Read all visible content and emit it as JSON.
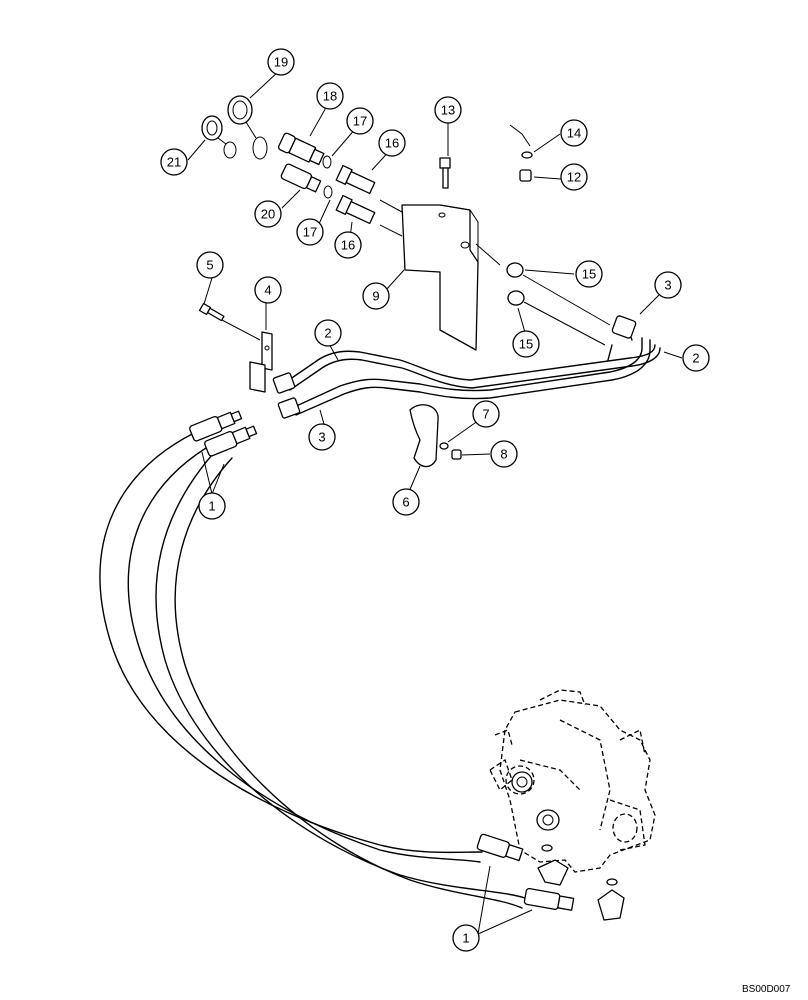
{
  "callouts": [
    {
      "id": "c19",
      "label": "19"
    },
    {
      "id": "c18",
      "label": "18"
    },
    {
      "id": "c17a",
      "label": "17"
    },
    {
      "id": "c16a",
      "label": "16"
    },
    {
      "id": "c13",
      "label": "13"
    },
    {
      "id": "c14",
      "label": "14"
    },
    {
      "id": "c12",
      "label": "12"
    },
    {
      "id": "c21",
      "label": "21"
    },
    {
      "id": "c20",
      "label": "20"
    },
    {
      "id": "c17b",
      "label": "17"
    },
    {
      "id": "c16b",
      "label": "16"
    },
    {
      "id": "c9",
      "label": "9"
    },
    {
      "id": "c15a",
      "label": "15"
    },
    {
      "id": "c15b",
      "label": "15"
    },
    {
      "id": "c3a",
      "label": "3"
    },
    {
      "id": "c2a",
      "label": "2"
    },
    {
      "id": "c5",
      "label": "5"
    },
    {
      "id": "c4",
      "label": "4"
    },
    {
      "id": "c2b",
      "label": "2"
    },
    {
      "id": "c3b",
      "label": "3"
    },
    {
      "id": "c7",
      "label": "7"
    },
    {
      "id": "c8",
      "label": "8"
    },
    {
      "id": "c6",
      "label": "6"
    },
    {
      "id": "c1a",
      "label": "1"
    },
    {
      "id": "c1b",
      "label": "1"
    }
  ],
  "drawing_ref": "BS00D007"
}
